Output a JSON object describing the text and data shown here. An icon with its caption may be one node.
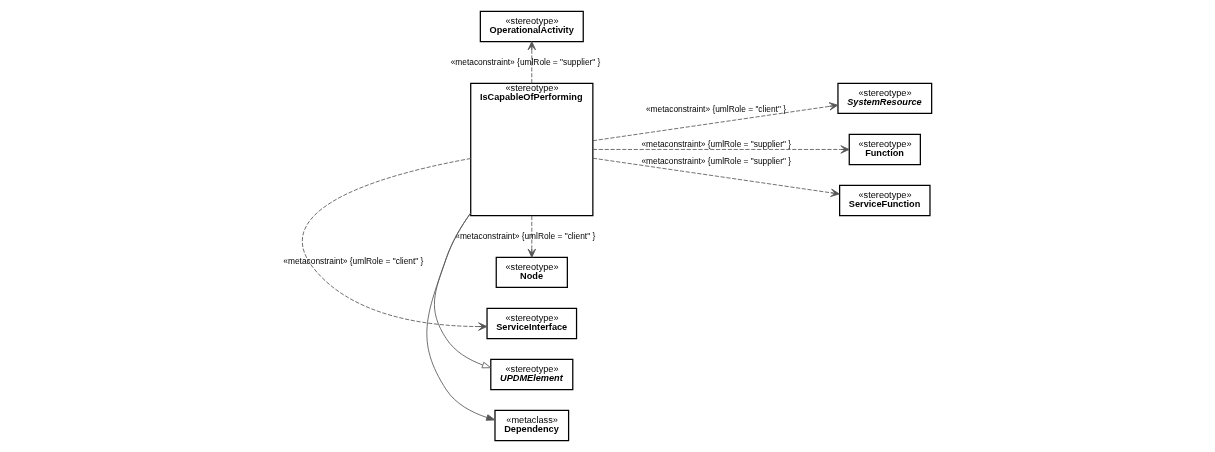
{
  "diagram": {
    "nodes": [
      {
        "text": [
          "«stereotype»",
          "UPDMElement"
        ]
      },
      {
        "text": [
          "«metaclass»",
          "Dependency"
        ]
      },
      {
        "text": [
          "«stereotype»",
          "OperationalActivity"
        ]
      },
      {
        "text": [
          "«stereotype»",
          "IsCapableOfPerforming"
        ]
      },
      {
        "text": [
          "«stereotype»",
          "SystemResource"
        ]
      },
      {
        "text": [
          "«stereotype»",
          "Node"
        ]
      },
      {
        "text": [
          "«stereotype»",
          "Function"
        ]
      },
      {
        "text": [
          "«stereotype»",
          "ServiceInterface"
        ]
      },
      {
        "text": [
          "«stereotype»",
          "ServiceFunction"
        ]
      }
    ],
    "edges": [
      {
        "from": 3,
        "to": 0,
        "arrow": "to"
      },
      {
        "from": 3,
        "to": 1,
        "arrow": "to"
      },
      {
        "from": 3,
        "to": 2,
        "arrow": "to",
        "style": "dashed",
        "label": "«metaconstraint» {umlRole = \"supplier\" }"
      },
      {
        "from": 3,
        "to": 4,
        "arrow": "to",
        "style": "dashed",
        "label": "«metaconstraint» {umlRole = \"client\" }"
      },
      {
        "from": 3,
        "to": 5,
        "arrow": "to",
        "style": "dashed",
        "label": "«metaconstraint» {umlRole = \"client\" }"
      },
      {
        "from": 3,
        "to": 6,
        "arrow": "to",
        "style": "dashed",
        "label": "«metaconstraint» {umlRole = \"supplier\" }"
      },
      {
        "from": 3,
        "to": 7,
        "arrow": "to",
        "style": "dashed",
        "label": "«metaconstraint» {umlRole = \"client\" }"
      },
      {
        "from": 3,
        "to": 8,
        "arrow": "to",
        "style": "dashed",
        "label": "«metaconstraint» {umlRole = \"supplier\" }"
      }
    ]
  }
}
